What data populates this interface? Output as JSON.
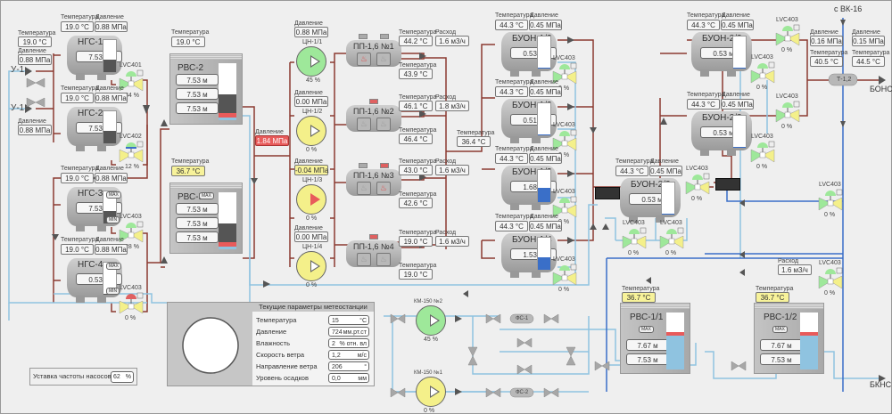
{
  "labels": {
    "temperature": "Температура",
    "pressure": "Давление",
    "flow": "Расход",
    "max": "MAX",
    "min": "MIN"
  },
  "inlets": {
    "u1_top": "У-1",
    "u1_bottom": "У-1",
    "vk16": "с ВК-16",
    "bons": "БОНС",
    "bkns": "БКНС"
  },
  "left_sensors": {
    "temp": "19.0 °C",
    "pressure_top": "0.88 МПа",
    "pressure_bottom": "0.88 МПа"
  },
  "ngs": [
    {
      "name": "НГС-1",
      "temp": "19.0 °C",
      "pressure": "0.88 МПа",
      "level": "7.53 м",
      "valve": "LVC401",
      "valve_pct": "34 %"
    },
    {
      "name": "НГС-2",
      "temp": "19.0 °C",
      "pressure": "0.88 МПа",
      "level": "7.53 м",
      "valve": "LVC402",
      "valve_pct": "12 %"
    },
    {
      "name": "НГС-3",
      "temp": "19.0 °C",
      "pressure": "0.88 МПа",
      "level": "7.53 м",
      "valve": "LVC403",
      "valve_pct": "28 %"
    },
    {
      "name": "НГС-4",
      "temp": "19.0 °C",
      "pressure": "0.88 МПа",
      "level": "0.53 м",
      "valve": "LVC403",
      "valve_pct": "0 %"
    }
  ],
  "rvs_left": [
    {
      "name": "РВС-2",
      "temp": "19.0 °C",
      "levels": [
        "7.53 м",
        "7.53 м",
        "7.53 м"
      ]
    },
    {
      "name": "РВС-5",
      "temp": "36.7 °C",
      "levels": [
        "7.53 м",
        "7.53 м",
        "7.53 м"
      ]
    }
  ],
  "header_pressure": "1.84 МПа",
  "pumps": [
    {
      "name": "ЦН-1/1",
      "pressure": "0.88 МПа",
      "pct": "45 %"
    },
    {
      "name": "ЦН-1/2",
      "pressure": "0.00 МПа",
      "pct": "0 %"
    },
    {
      "name": "ЦН-1/3",
      "pressure": "-0.04 МПа",
      "pct": "0 %"
    },
    {
      "name": "ЦН-1/4",
      "pressure": "0.00 МПа",
      "pct": "0 %"
    }
  ],
  "heaters": [
    {
      "name": "ПП-1,6 №1",
      "temp_in": "44.2 °C",
      "flow": "1.6 м3/ч",
      "temp_out": "43.9 °C"
    },
    {
      "name": "ПП-1,6 №2",
      "temp_in": "46.1 °C",
      "flow": "1.8 м3/ч",
      "temp_out": "46.4 °C"
    },
    {
      "name": "ПП-1,6 №3",
      "temp_in": "43.0 °C",
      "flow": "1.6 м3/ч",
      "temp_out": "42.6 °C"
    },
    {
      "name": "ПП-1,6 №4",
      "temp_in": "19.0 °C",
      "flow": "1.6 м3/ч",
      "temp_out": "19.0 °C"
    }
  ],
  "collector_temp": "36.4 °C",
  "buon1": [
    {
      "name": "БУОН-1/2",
      "temp": "44.3 °C",
      "pressure": "0.45 МПа",
      "level": "0.53 м",
      "valve": "LVC403",
      "valve_pct": "0 %"
    },
    {
      "name": "БУОН-1/2",
      "temp": "44.3 °C",
      "pressure": "0.45 МПа",
      "level": "0.51 м",
      "valve": "LVC403",
      "valve_pct": "0 %"
    },
    {
      "name": "БУОН-1/3",
      "temp": "44.3 °C",
      "pressure": "0.45 МПа",
      "level": "1.68 м",
      "valve": "LVC403",
      "valve_pct": "0 %"
    },
    {
      "name": "БУОН-1/4",
      "temp": "44.3 °C",
      "pressure": "0.45 МПа",
      "level": "1.53 м",
      "valve": "LVC403",
      "valve_pct": "0 %"
    }
  ],
  "buon2": [
    {
      "name": "БУОН-2/3",
      "temp": "44.3 °C",
      "pressure": "0.45 МПа",
      "level": "0.53 м",
      "valve": "LVC403",
      "valve_pct": "0 %"
    },
    {
      "name": "БУОН-2/3",
      "temp": "44.3 °C",
      "pressure": "0.45 МПа",
      "level": "0.53 м",
      "valve": "LVC403",
      "valve_pct": "0 %"
    },
    {
      "name": "БУОН-2/3",
      "temp": "44.3 °C",
      "pressure": "0.45 МПа",
      "level": "0.53 м",
      "valve": "LVC403",
      "valve_pct": "0 %"
    }
  ],
  "buon_mid_valves": [
    {
      "valve": "LVC403",
      "pct": "0 %"
    },
    {
      "valve": "LVC403",
      "pct": "0 %"
    }
  ],
  "right_valves": [
    {
      "valve": "LVC403",
      "pct": "0 %"
    },
    {
      "valve": "LVC403",
      "pct": "0 %"
    },
    {
      "valve": "LVC403",
      "pct": "0 %"
    },
    {
      "valve": "LVC403",
      "pct": "0 %"
    }
  ],
  "exchanger": {
    "name": "Т-1,2",
    "pressure_in": "0.16 МПа",
    "pressure_out": "0.15 МПа",
    "temp_in": "40.5 °C",
    "temp_out": "44.5 °C"
  },
  "bottom_flow": "1.6 м3/ч",
  "rvs_right": [
    {
      "name": "РВС-1/1",
      "temp": "36.7 °C",
      "levels": [
        "7.67 м",
        "7.53 м"
      ]
    },
    {
      "name": "РВС-1/2",
      "temp": "36.7 °C",
      "levels": [
        "7.67 м",
        "7.53 м"
      ]
    }
  ],
  "km_pumps": [
    {
      "name": "КМ-150 №2",
      "pct": "45 %"
    },
    {
      "name": "КМ-150 №1",
      "pct": "0 %"
    }
  ],
  "filters": [
    "ФС-1",
    "ФС-2"
  ],
  "weather": {
    "title": "Текущие параметры метеостанции",
    "rows": [
      {
        "label": "Температура",
        "value": "15",
        "unit": "°C"
      },
      {
        "label": "Давление",
        "value": "724",
        "unit": "мм.рт.ст"
      },
      {
        "label": "Влажность",
        "value": "2",
        "unit": "% отн. вл"
      },
      {
        "label": "Скорость ветра",
        "value": "1,2",
        "unit": "м/с"
      },
      {
        "label": "Направление ветра",
        "value": "206",
        "unit": "°"
      },
      {
        "label": "Уровень осадков",
        "value": "0,0",
        "unit": "мм"
      }
    ]
  },
  "setpoint": {
    "label": "Уставка частоты насосов",
    "value": "62",
    "unit": "%"
  },
  "colors": {
    "oil_pipe": "#8b3a30",
    "water_pipe": "#8fc3e0",
    "blue_pipe": "#3a6fc8",
    "pump_on": "#9ee89a",
    "pump_off": "#f4f08a",
    "alarm": "#e85b5b"
  }
}
